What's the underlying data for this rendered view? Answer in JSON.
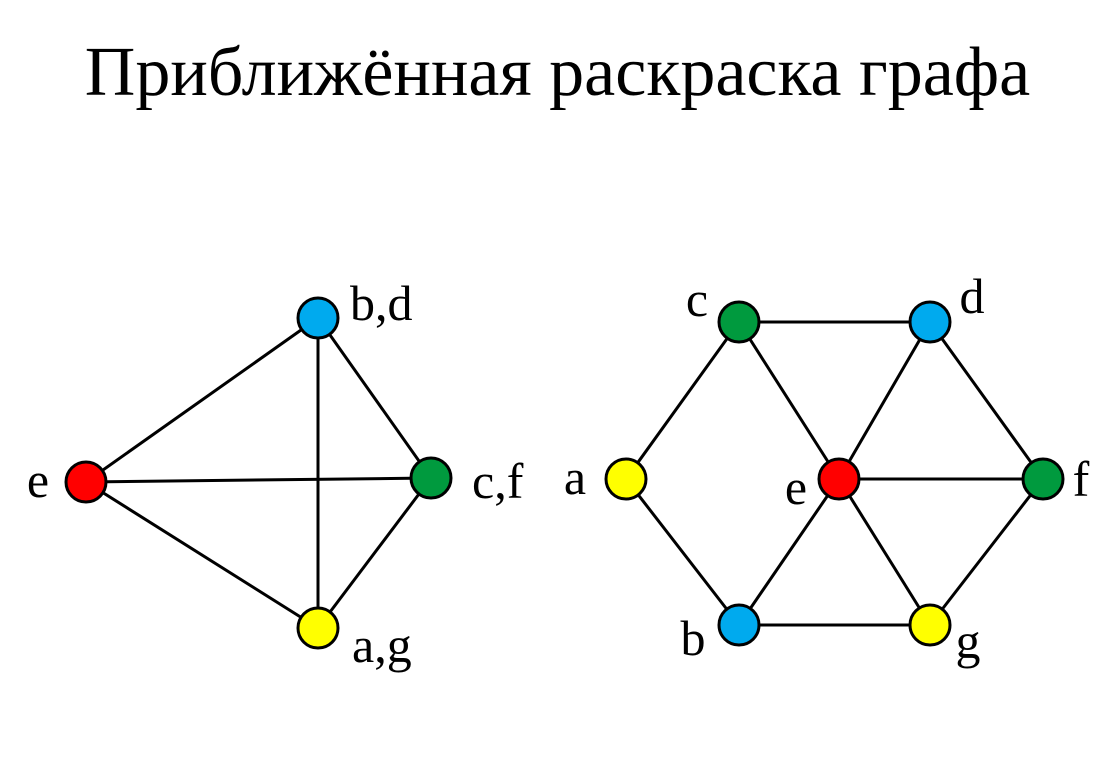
{
  "title": "Приближённая раскраска графа",
  "colors": {
    "red": "#ff0000",
    "blue": "#00aaee",
    "green": "#009a3e",
    "yellow": "#ffff00"
  },
  "graphs": [
    {
      "name": "contracted-graph",
      "nodes": [
        {
          "id": "bd",
          "label": "b,d",
          "color": "blue"
        },
        {
          "id": "e",
          "label": "e",
          "color": "red"
        },
        {
          "id": "cf",
          "label": "c,f",
          "color": "green"
        },
        {
          "id": "ag",
          "label": "a,g",
          "color": "yellow"
        }
      ],
      "edges": [
        [
          "e",
          "bd"
        ],
        [
          "e",
          "cf"
        ],
        [
          "e",
          "ag"
        ],
        [
          "bd",
          "cf"
        ],
        [
          "bd",
          "ag"
        ],
        [
          "cf",
          "ag"
        ]
      ]
    },
    {
      "name": "original-graph",
      "nodes": [
        {
          "id": "a",
          "label": "a",
          "color": "yellow"
        },
        {
          "id": "b",
          "label": "b",
          "color": "blue"
        },
        {
          "id": "c",
          "label": "c",
          "color": "green"
        },
        {
          "id": "d",
          "label": "d",
          "color": "blue"
        },
        {
          "id": "e",
          "label": "e",
          "color": "red"
        },
        {
          "id": "f",
          "label": "f",
          "color": "green"
        },
        {
          "id": "g",
          "label": "g",
          "color": "yellow"
        }
      ],
      "edges": [
        [
          "a",
          "c"
        ],
        [
          "a",
          "b"
        ],
        [
          "c",
          "d"
        ],
        [
          "c",
          "e"
        ],
        [
          "d",
          "e"
        ],
        [
          "d",
          "f"
        ],
        [
          "e",
          "f"
        ],
        [
          "e",
          "b"
        ],
        [
          "e",
          "g"
        ],
        [
          "f",
          "g"
        ],
        [
          "b",
          "g"
        ]
      ]
    }
  ]
}
